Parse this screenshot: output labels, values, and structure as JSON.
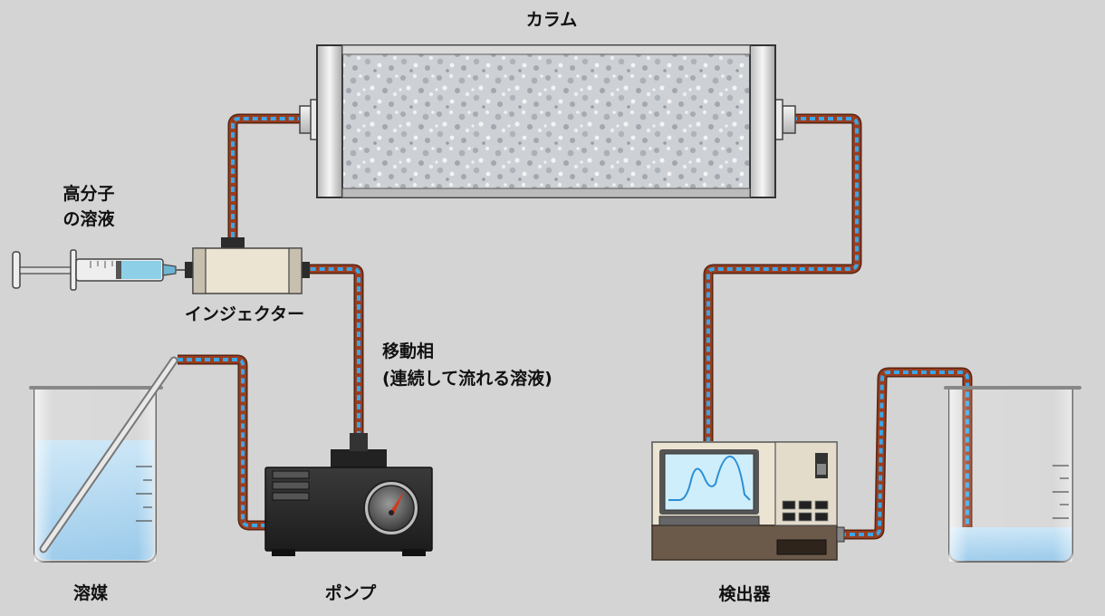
{
  "labels": {
    "column": "カラム",
    "polymer_solution_line1": "高分子",
    "polymer_solution_line2": "の溶液",
    "injector": "インジェクター",
    "mobile_phase_line1": "移動相",
    "mobile_phase_line2": "(連続して流れる溶液)",
    "solvent": "溶媒",
    "pump": "ポンプ",
    "detector": "検出器"
  },
  "colors": {
    "background": "#d4d4d4",
    "tube_outer": "#9a3d1f",
    "tube_stripe": "#3aa6e8",
    "liquid": "#a9d3ee",
    "column_packing": "#b8bcc0",
    "detector_body": "#e9e0cf",
    "pump_body": "#2a2a2a",
    "screen": "#cfeefb",
    "trace": "#2a8fd6",
    "needle": "#d23a1e"
  },
  "icons": [
    "syringe-icon",
    "beaker-icon",
    "pump-icon",
    "gauge-icon",
    "detector-icon",
    "column-icon"
  ]
}
